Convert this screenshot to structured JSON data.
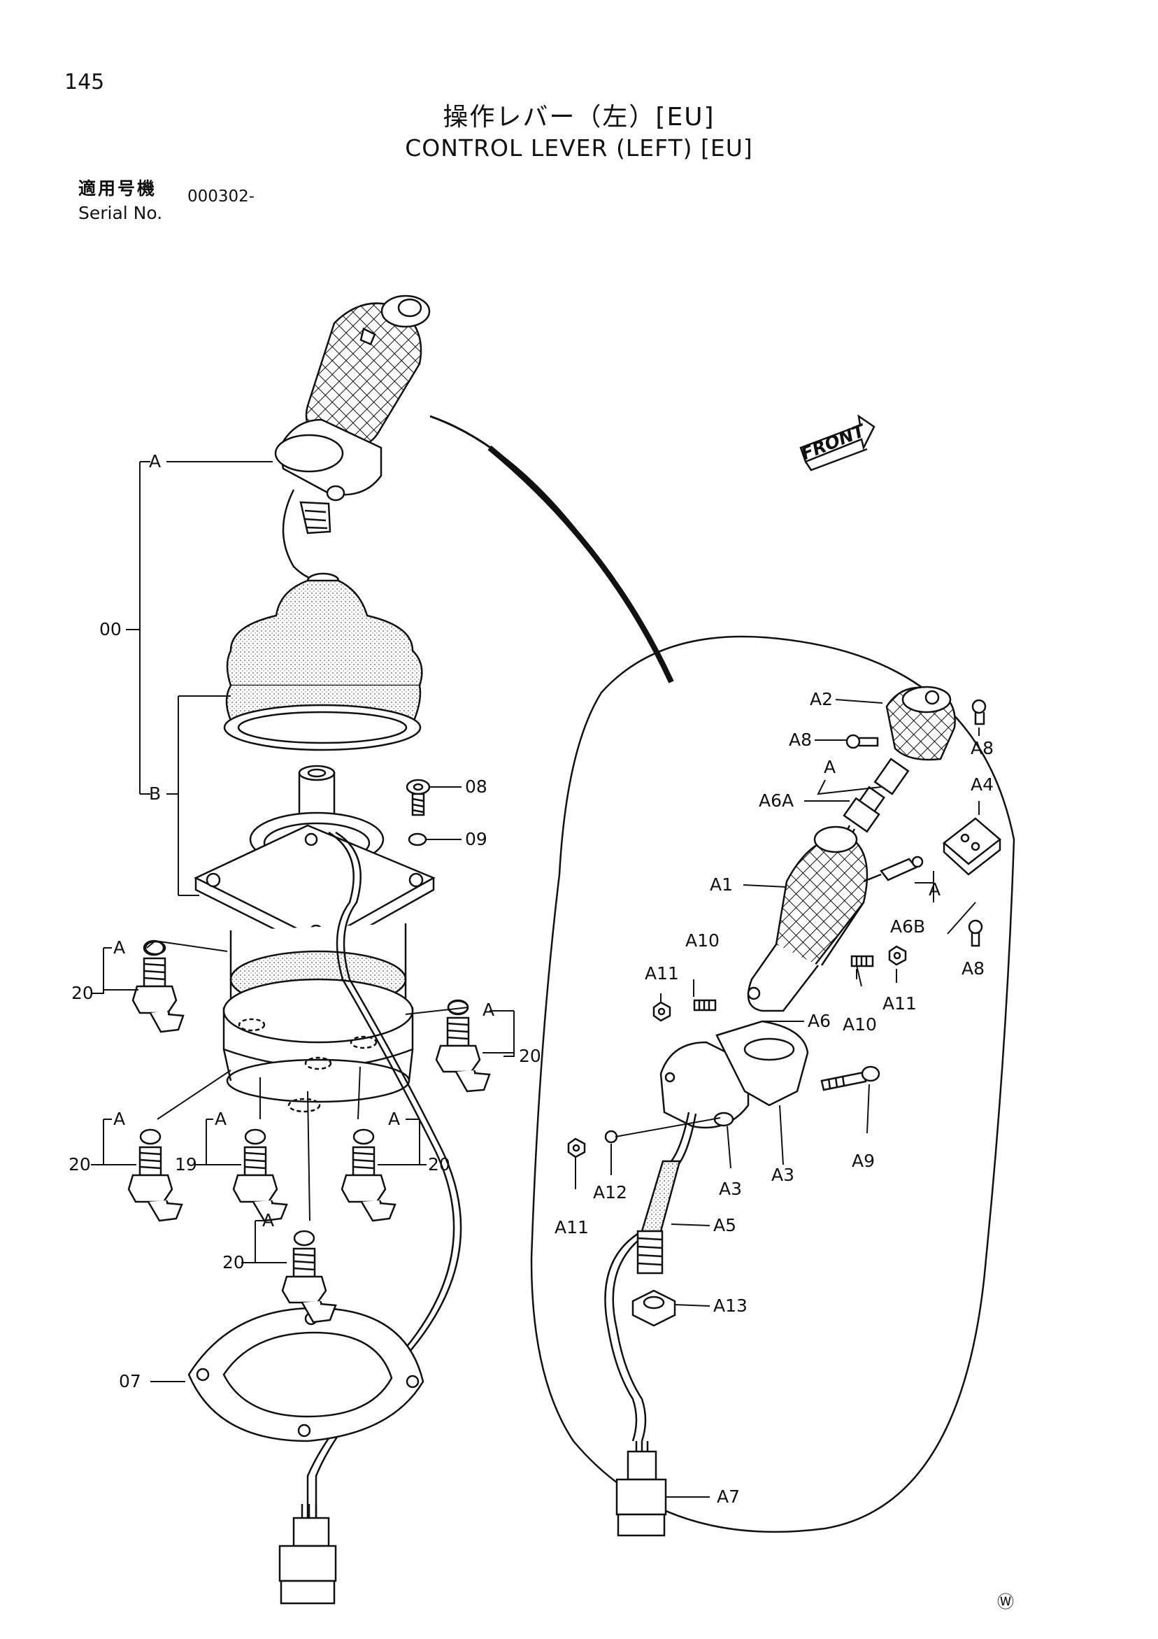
{
  "page": {
    "number": "145",
    "title_jp": "操作レバー（左）[EU]",
    "title_en": "CONTROL LEVER (LEFT) [EU]",
    "serial_label_jp": "適用号機",
    "serial_label_en": "Serial No.",
    "serial_value": "000302-",
    "corner_mark": "Ⓦ"
  },
  "diagram": {
    "front_label": "FRONT",
    "callouts": {
      "a_top": "A",
      "b": "B",
      "p00": "00",
      "p08": "08",
      "p09": "09",
      "p07": "07",
      "l20a": "20",
      "l20a_A": "A",
      "r20": "20",
      "r20_A": "A",
      "l20b": "20",
      "l20b_A": "A",
      "p19": "19",
      "p19_A": "A",
      "m20": "20",
      "m20_A": "A",
      "b20": "20",
      "b20_A": "A",
      "A2": "A2",
      "A8a": "A8",
      "A8b": "A8",
      "A8c": "A8",
      "A_inner1": "A",
      "A6A": "A6A",
      "A4": "A4",
      "A1": "A1",
      "A_inner2": "A",
      "A6B": "A6B",
      "A10a": "A10",
      "A11a": "A11",
      "A10b": "A10",
      "A11b": "A11",
      "A6": "A6",
      "A9": "A9",
      "A3a": "A3",
      "A3b": "A3",
      "A12": "A12",
      "A11c": "A11",
      "A5": "A5",
      "A13": "A13",
      "A7": "A7"
    }
  }
}
